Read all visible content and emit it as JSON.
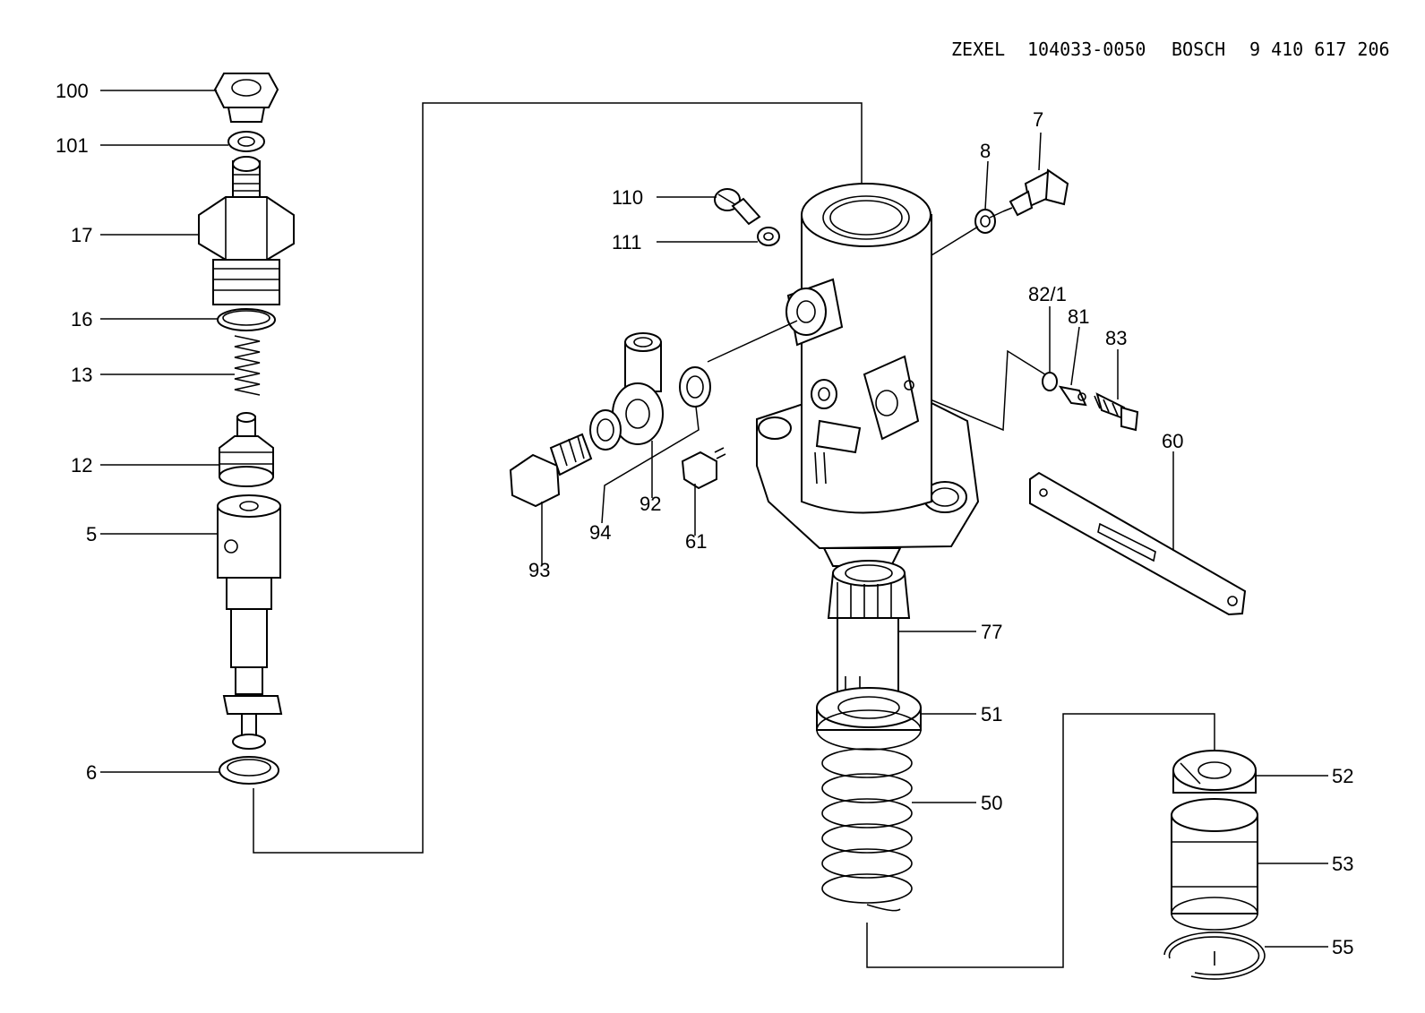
{
  "header": {
    "maker1": "ZEXEL",
    "part1": "104033-0050",
    "maker2": "BOSCH",
    "part2": "9 410 617 206"
  },
  "callouts": {
    "c100": "100",
    "c101": "101",
    "c17": "17",
    "c16": "16",
    "c13": "13",
    "c12": "12",
    "c5": "5",
    "c6": "6",
    "c110": "110",
    "c111": "111",
    "c8": "8",
    "c7": "7",
    "c82_1": "82/1",
    "c81": "81",
    "c83": "83",
    "c60": "60",
    "c93": "93",
    "c94": "94",
    "c92": "92",
    "c61": "61",
    "c77": "77",
    "c51": "51",
    "c50": "50",
    "c52": "52",
    "c53": "53",
    "c55": "55"
  }
}
